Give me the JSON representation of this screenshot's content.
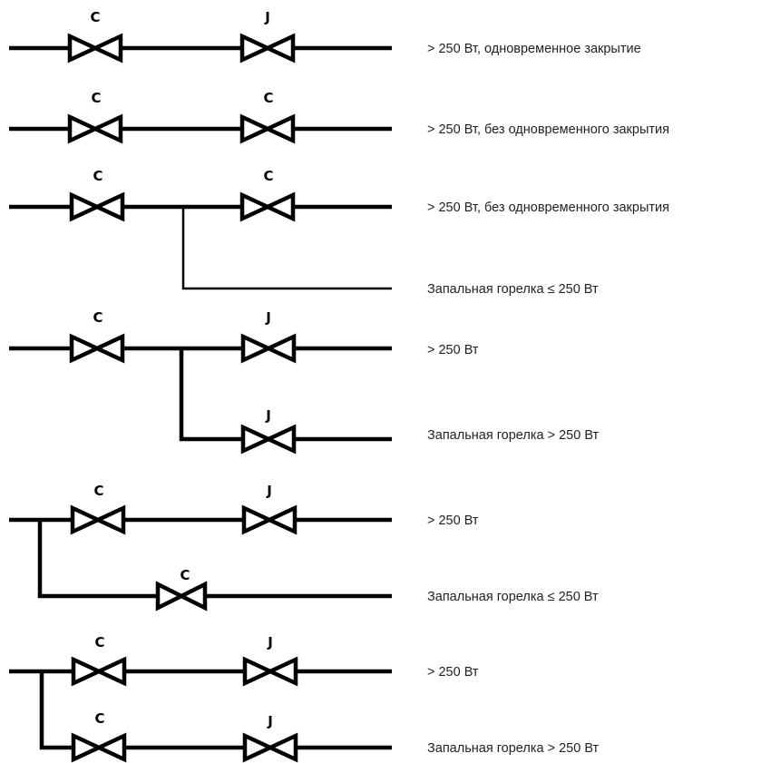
{
  "diagram": {
    "type": "Russian-valve-arrangement-schematic",
    "arrangements": [
      {
        "lines": [
          {
            "description": "> 250 Вт, одновременное закрытие",
            "valves": [
              "C",
              "J"
            ]
          }
        ]
      },
      {
        "lines": [
          {
            "description": "> 250 Вт, без одновременного закрытия",
            "valves": [
              "C",
              "C"
            ]
          }
        ]
      },
      {
        "lines": [
          {
            "description": "> 250 Вт, без одновременного закрытия",
            "valves": [
              "C",
              "C"
            ]
          },
          {
            "description": "Запальная горелка ≤ 250 Вт",
            "valves": []
          }
        ]
      },
      {
        "lines": [
          {
            "description": "> 250 Вт",
            "valves": [
              "C",
              "J"
            ]
          },
          {
            "description": "Запальная горелка > 250 Вт",
            "valves": [
              "J"
            ]
          }
        ]
      },
      {
        "lines": [
          {
            "description": "> 250 Вт",
            "valves": [
              "C",
              "J"
            ]
          },
          {
            "description": "Запальная горелка ≤ 250 Вт",
            "valves": [
              "C"
            ]
          }
        ]
      },
      {
        "lines": [
          {
            "description": "> 250 Вт",
            "valves": [
              "C",
              "J"
            ]
          },
          {
            "description": "Запальная горелка > 250 Вт",
            "valves": [
              "C",
              "J"
            ]
          }
        ]
      }
    ]
  }
}
